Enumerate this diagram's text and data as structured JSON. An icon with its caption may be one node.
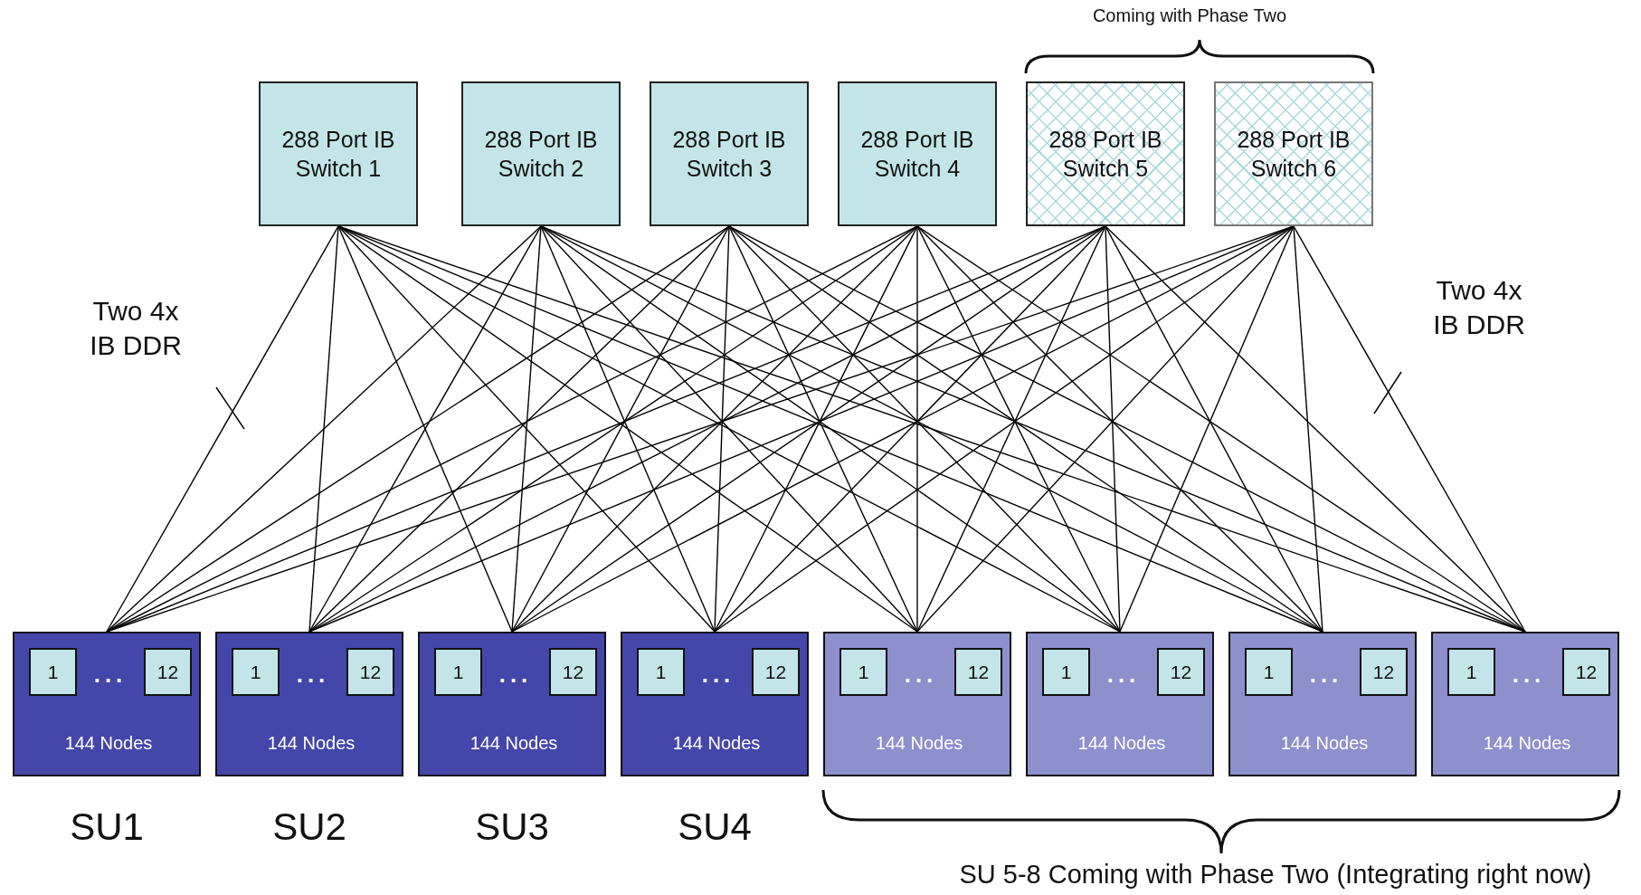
{
  "diagram": {
    "nodes": [
      {
        "text": [
          "288 Port IB Switch 1"
        ]
      },
      {
        "text": [
          "288 Port IB Switch 2"
        ]
      },
      {
        "text": [
          "288 Port IB Switch 3"
        ]
      },
      {
        "text": [
          "288 Port IB Switch 4"
        ]
      },
      {
        "text": [
          "288 Port IB Switch 5"
        ]
      },
      {
        "text": [
          "288 Port IB Switch 6"
        ]
      },
      {
        "text": [
          "...",
          "144 Nodes"
        ],
        "beside": [
          "SU1"
        ]
      },
      {
        "text": [
          "1"
        ],
        "in": 6
      },
      {
        "text": [
          "12"
        ],
        "in": 6
      },
      {
        "text": [
          "...",
          "144 Nodes"
        ],
        "beside": [
          "SU2"
        ]
      },
      {
        "text": [
          "1"
        ],
        "in": 9
      },
      {
        "text": [
          "12"
        ],
        "in": 9
      },
      {
        "text": [
          "...",
          "144 Nodes"
        ],
        "beside": [
          "SU3"
        ]
      },
      {
        "text": [
          "1"
        ],
        "in": 12
      },
      {
        "text": [
          "12"
        ],
        "in": 12
      },
      {
        "text": [
          "...",
          "144 Nodes"
        ],
        "beside": [
          "SU4"
        ]
      },
      {
        "text": [
          "1"
        ],
        "in": 15
      },
      {
        "text": [
          "12"
        ],
        "in": 15
      },
      {
        "text": [
          "...",
          "144 Nodes"
        ]
      },
      {
        "text": [
          "1"
        ],
        "in": 18
      },
      {
        "text": [
          "12"
        ],
        "in": 18
      },
      {
        "text": [
          "...",
          "144 Nodes"
        ]
      },
      {
        "text": [
          "1"
        ],
        "in": 21
      },
      {
        "text": [
          "12"
        ],
        "in": 21
      },
      {
        "text": [
          "...",
          "144 Nodes"
        ]
      },
      {
        "text": [
          "1"
        ],
        "in": 24
      },
      {
        "text": [
          "12"
        ],
        "in": 24
      },
      {
        "text": [
          "...",
          "144 Nodes"
        ]
      },
      {
        "text": [
          "1"
        ],
        "in": 27
      },
      {
        "text": [
          "12"
        ],
        "in": 27
      }
    ],
    "edges": [
      {
        "from": 0,
        "to": 6,
        "arrow": "none"
      },
      {
        "from": 0,
        "to": 9,
        "arrow": "none"
      },
      {
        "from": 0,
        "to": 12,
        "arrow": "none"
      },
      {
        "from": 0,
        "to": 15,
        "arrow": "none"
      },
      {
        "from": 0,
        "to": 18,
        "arrow": "none"
      },
      {
        "from": 0,
        "to": 21,
        "arrow": "none"
      },
      {
        "from": 0,
        "to": 24,
        "arrow": "none"
      },
      {
        "from": 0,
        "to": 27,
        "arrow": "none"
      },
      {
        "from": 1,
        "to": 6,
        "arrow": "none"
      },
      {
        "from": 1,
        "to": 9,
        "arrow": "none"
      },
      {
        "from": 1,
        "to": 12,
        "arrow": "none"
      },
      {
        "from": 1,
        "to": 15,
        "arrow": "none"
      },
      {
        "from": 1,
        "to": 18,
        "arrow": "none"
      },
      {
        "from": 1,
        "to": 21,
        "arrow": "none"
      },
      {
        "from": 1,
        "to": 24,
        "arrow": "none"
      },
      {
        "from": 1,
        "to": 27,
        "arrow": "none"
      },
      {
        "from": 2,
        "to": 6,
        "arrow": "none"
      },
      {
        "from": 2,
        "to": 9,
        "arrow": "none"
      },
      {
        "from": 2,
        "to": 12,
        "arrow": "none"
      },
      {
        "from": 2,
        "to": 15,
        "arrow": "none"
      },
      {
        "from": 2,
        "to": 18,
        "arrow": "none"
      },
      {
        "from": 2,
        "to": 21,
        "arrow": "none"
      },
      {
        "from": 2,
        "to": 24,
        "arrow": "none"
      },
      {
        "from": 2,
        "to": 27,
        "arrow": "none"
      },
      {
        "from": 3,
        "to": 6,
        "arrow": "none"
      },
      {
        "from": 3,
        "to": 9,
        "arrow": "none"
      },
      {
        "from": 3,
        "to": 12,
        "arrow": "none"
      },
      {
        "from": 3,
        "to": 15,
        "arrow": "none"
      },
      {
        "from": 3,
        "to": 18,
        "arrow": "none"
      },
      {
        "from": 3,
        "to": 21,
        "arrow": "none"
      },
      {
        "from": 3,
        "to": 24,
        "arrow": "none"
      },
      {
        "from": 3,
        "to": 27,
        "arrow": "none"
      },
      {
        "from": 4,
        "to": 6,
        "arrow": "none"
      },
      {
        "from": 4,
        "to": 9,
        "arrow": "none"
      },
      {
        "from": 4,
        "to": 12,
        "arrow": "none"
      },
      {
        "from": 4,
        "to": 15,
        "arrow": "none"
      },
      {
        "from": 4,
        "to": 18,
        "arrow": "none"
      },
      {
        "from": 4,
        "to": 21,
        "arrow": "none"
      },
      {
        "from": 4,
        "to": 24,
        "arrow": "none"
      },
      {
        "from": 4,
        "to": 27,
        "arrow": "none"
      },
      {
        "from": 5,
        "to": 6,
        "arrow": "none"
      },
      {
        "from": 5,
        "to": 9,
        "arrow": "none"
      },
      {
        "from": 5,
        "to": 12,
        "arrow": "none"
      },
      {
        "from": 5,
        "to": 15,
        "arrow": "none"
      },
      {
        "from": 5,
        "to": 18,
        "arrow": "none"
      },
      {
        "from": 5,
        "to": 21,
        "arrow": "none"
      },
      {
        "from": 5,
        "to": 24,
        "arrow": "none"
      },
      {
        "from": 5,
        "to": 27,
        "arrow": "none"
      }
    ],
    "labels": [
      "Coming with Phase Two",
      "Two 4x IB DDR",
      "Two 4x IB DDR",
      "SU 5-8 Coming with Phase Two (Integrating right now)"
    ]
  }
}
